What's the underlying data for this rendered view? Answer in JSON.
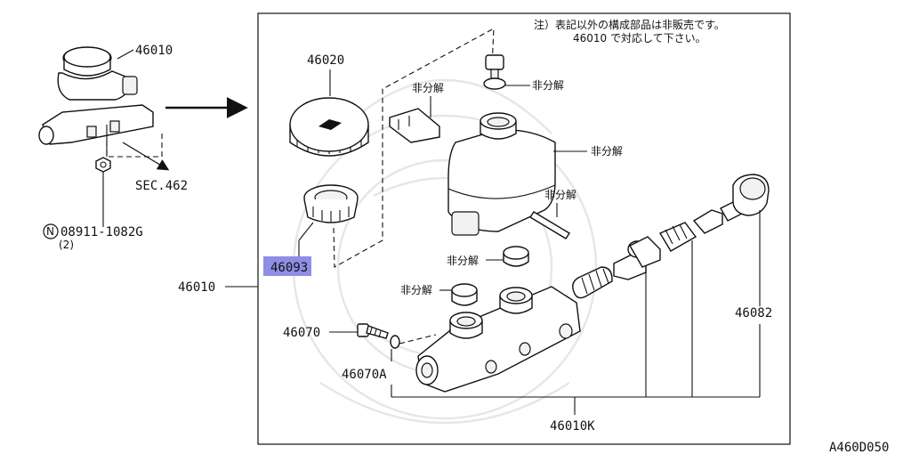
{
  "note": {
    "line1": "注）表記以外の構成部品は非販売です。",
    "line2": "46010 で対応して下さい。"
  },
  "labels": {
    "overview_part": "46010",
    "sec_ref": "SEC.462",
    "nut_prefix": "N",
    "nut_part": "08911-1082G",
    "nut_qty": "(2)",
    "assembly": "46010",
    "cap": "46020",
    "strainer": "46093",
    "bolt": "46070",
    "seal": "46070A",
    "kit": "46010K",
    "piston_kit": "46082",
    "non_sale": "非分解",
    "diagram_code": "A460D050"
  },
  "highlight": {
    "part": "46093",
    "color": "#8e8ee6"
  },
  "icons": {
    "pointer_arrow": "right-arrow-icon",
    "sec_arrow": "diagonal-arrow-icon",
    "nut_symbol": "circled-n-icon"
  }
}
